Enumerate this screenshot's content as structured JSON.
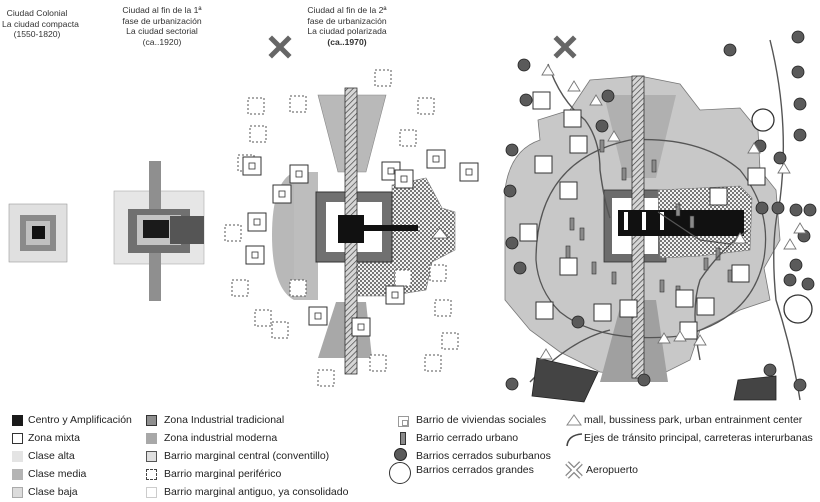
{
  "captions": {
    "c1": [
      "Ciudad Colonial",
      "La ciudad compacta",
      "(1550-1820)"
    ],
    "c2": [
      "Ciudad al fin de la 1ª",
      "fase de urbanización",
      "La ciudad sectorial",
      "(ca..1920)"
    ],
    "c3": [
      "Ciudad al fin de la 2ª",
      "fase de urbanización",
      "La ciudad polarizada",
      "(ca..1970)"
    ]
  },
  "legend": {
    "centro": "Centro y Amplificación",
    "mixta": "Zona mixta",
    "alta": "Clase alta",
    "media": "Clase media",
    "baja": "Clase baja",
    "ind_trad": "Zona Industrial tradicional",
    "ind_mod": "Zona industrial moderna",
    "bm_central": "Barrio marginal central (conventillo)",
    "bm_periferico": "Barrio marginal periférico",
    "bm_antiguo": "Barrio marginal antiguo, ya  consolidado",
    "viviendas": "Barrio de viviendas sociales",
    "cerrado_urbano": "Barrio cerrado urbano",
    "cerrados_sub": "Barrios cerrados suburbanos",
    "cerrados_grandes": "Barrios cerrados grandes",
    "mall": "mall, bussiness park, urban entrainment center",
    "ejes": "Ejes de tránsito principal, carreteras interurbanas",
    "aeropuerto": "Aeropuerto"
  },
  "colors": {
    "centro": "#1a1a1a",
    "alta": "#e4e4e4",
    "media": "#b4b4b4",
    "baja": "#c8c8c8",
    "ind_trad": "#8f8f8f",
    "ind_mod": "#a8a8a8",
    "suburbano": "#5a5a5a",
    "axis": "#555555"
  }
}
